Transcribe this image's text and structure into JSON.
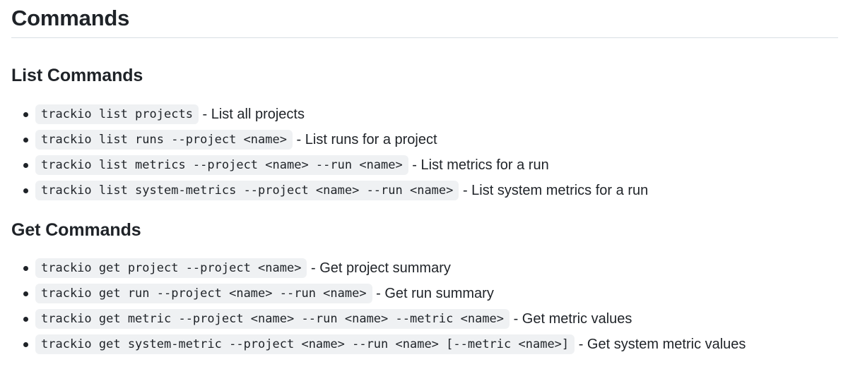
{
  "title": "Commands",
  "list_section": {
    "heading": "List Commands",
    "items": [
      {
        "command": "trackio list projects",
        "description": " - List all projects"
      },
      {
        "command": "trackio list runs --project <name>",
        "description": " - List runs for a project"
      },
      {
        "command": "trackio list metrics --project <name> --run <name>",
        "description": " - List metrics for a run"
      },
      {
        "command": "trackio list system-metrics --project <name> --run <name>",
        "description": " - List system metrics for a run"
      }
    ]
  },
  "get_section": {
    "heading": "Get Commands",
    "items": [
      {
        "command": "trackio get project --project <name>",
        "description": " - Get project summary"
      },
      {
        "command": "trackio get run --project <name> --run <name>",
        "description": " - Get run summary"
      },
      {
        "command": "trackio get metric --project <name> --run <name> --metric <name>",
        "description": " - Get metric values"
      },
      {
        "command": "trackio get system-metric --project <name> --run <name> [--metric <name>]",
        "description": " - Get system metric values"
      }
    ]
  }
}
